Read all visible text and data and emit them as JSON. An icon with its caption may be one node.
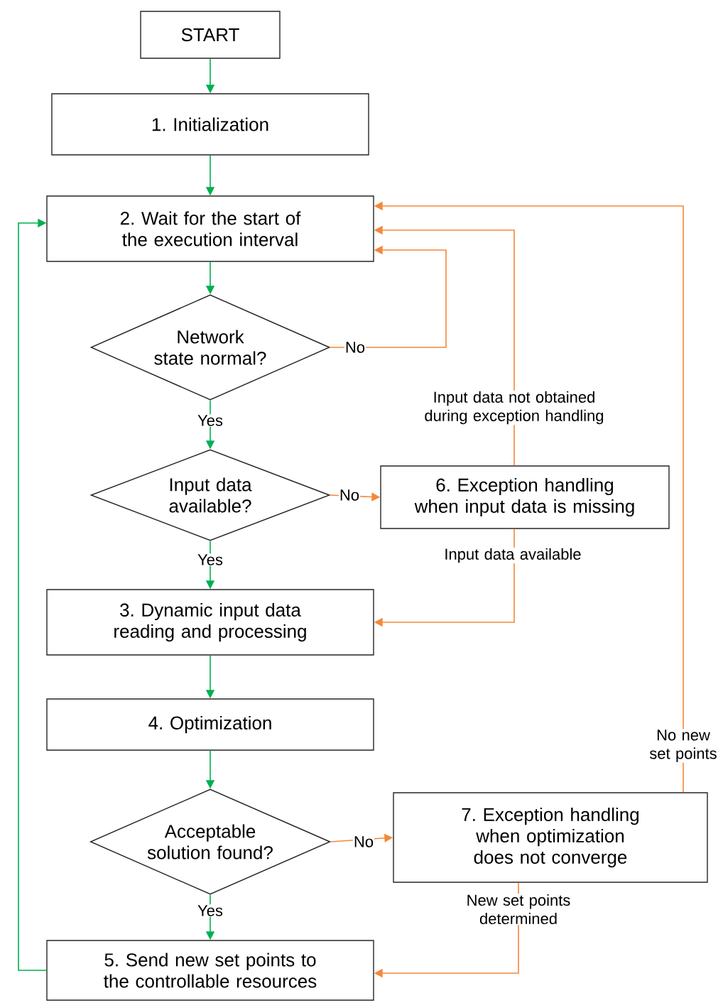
{
  "diagram": {
    "nodes": [
      {
        "text": [
          "START"
        ]
      },
      {
        "text": [
          "1. Initialization"
        ]
      },
      {
        "text": [
          "2. Wait for the start of the execution interval"
        ]
      },
      {
        "text": [
          "Network state normal?"
        ]
      },
      {
        "text": [
          "Input data available?"
        ]
      },
      {
        "text": [
          "6. Exception handling when input data is missing"
        ]
      },
      {
        "text": [
          "3. Dynamic input data reading and processing"
        ]
      },
      {
        "text": [
          "4. Optimization"
        ]
      },
      {
        "text": [
          "Acceptable solution found?"
        ]
      },
      {
        "text": [
          "7. Exception handling when optimization does not converge"
        ]
      },
      {
        "text": [
          "5. Send new set points to the controllable resources"
        ]
      }
    ],
    "edges": [
      {
        "from": 0,
        "to": 1,
        "arrow": "to"
      },
      {
        "from": 1,
        "to": 2,
        "arrow": "to"
      },
      {
        "from": 2,
        "to": 3,
        "arrow": "to"
      },
      {
        "from": 3,
        "to": 4,
        "arrow": "to",
        "label": "Yes"
      },
      {
        "from": 3,
        "to": 2,
        "arrow": "to",
        "label": "No",
        "color": "#f4883a"
      },
      {
        "from": 4,
        "to": 6,
        "arrow": "to",
        "label": "Yes"
      },
      {
        "from": 4,
        "to": 5,
        "arrow": "to",
        "label": "No",
        "color": "#f4883a"
      },
      {
        "from": 5,
        "to": 2,
        "arrow": "to",
        "label": "Input data not obtained during exception handling",
        "color": "#f4883a"
      },
      {
        "from": 5,
        "to": 6,
        "arrow": "to",
        "label": "Input data available",
        "color": "#f4883a"
      },
      {
        "from": 6,
        "to": 7,
        "arrow": "to"
      },
      {
        "from": 7,
        "to": 8,
        "arrow": "to"
      },
      {
        "from": 8,
        "to": 10,
        "arrow": "to",
        "label": "Yes"
      },
      {
        "from": 8,
        "to": 9,
        "arrow": "to",
        "label": "No",
        "color": "#f4883a"
      },
      {
        "from": 9,
        "to": 2,
        "arrow": "to",
        "label": "No new set points",
        "color": "#f4883a"
      },
      {
        "from": 9,
        "to": 10,
        "arrow": "to",
        "label": "New set points determined",
        "color": "#f4883a"
      },
      {
        "from": 10,
        "to": 2,
        "arrow": "to"
      }
    ]
  }
}
